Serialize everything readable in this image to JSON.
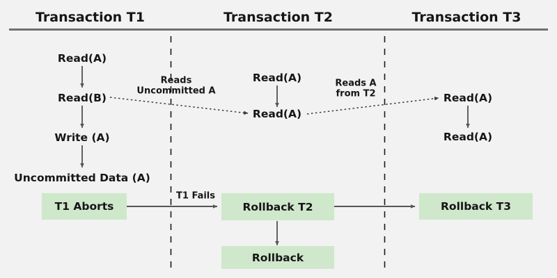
{
  "diagram": {
    "title_bar": {
      "columns": [
        {
          "label": "Transaction T1"
        },
        {
          "label": "Transaction T2"
        },
        {
          "label": "Transaction T3"
        }
      ]
    },
    "colors": {
      "background": "#f2f2f2",
      "box_fill": "#cfe8cb",
      "text": "#161616",
      "rule": "#6f6f6f",
      "arrow": "#555555",
      "dotted": "#3a3a3a",
      "divider": "#1a1a1a"
    },
    "t1_nodes": [
      {
        "label": "Read(A)"
      },
      {
        "label": "Read(B)"
      },
      {
        "label": "Write (A)"
      },
      {
        "label": "Uncommitted Data (A)"
      }
    ],
    "t2_nodes": [
      {
        "label": "Read(A)"
      },
      {
        "label": "Read(A)"
      }
    ],
    "t3_nodes": [
      {
        "label": "Read(A)"
      },
      {
        "label": "Read(A)"
      }
    ],
    "boxes": [
      {
        "label": "T1 Aborts"
      },
      {
        "label": "Rollback T2"
      },
      {
        "label": "Rollback T3"
      },
      {
        "label": "Rollback"
      }
    ],
    "edge_labels": [
      {
        "line1": "Reads",
        "line2": "Uncommitted A"
      },
      {
        "line1": "Reads A",
        "line2": "from T2"
      },
      {
        "line1": "T1 Fails",
        "line2": ""
      }
    ]
  }
}
